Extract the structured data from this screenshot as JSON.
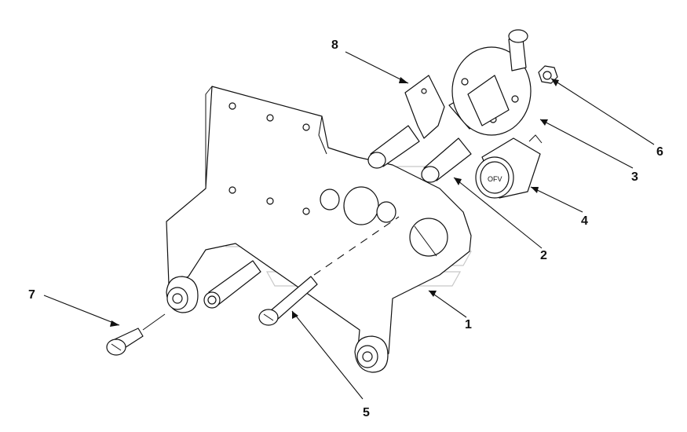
{
  "callouts": [
    {
      "id": "1",
      "label": "1"
    },
    {
      "id": "2",
      "label": "2"
    },
    {
      "id": "3",
      "label": "3"
    },
    {
      "id": "4",
      "label": "4"
    },
    {
      "id": "5",
      "label": "5"
    },
    {
      "id": "6",
      "label": "6"
    },
    {
      "id": "7",
      "label": "7"
    },
    {
      "id": "8",
      "label": "8"
    }
  ],
  "knob_marking": "OFV",
  "colors": {
    "line": "#111111",
    "watermark": "#c8c8c8",
    "background": "#ffffff"
  }
}
